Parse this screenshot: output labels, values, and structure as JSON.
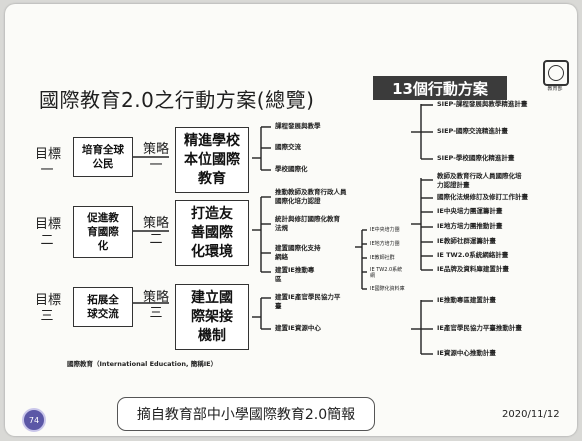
{
  "title": "國際教育2.0之行動方案(總覽)",
  "badge": "13個行動方案",
  "logo_text": "教育部",
  "goals": [
    {
      "label": "目標\n一",
      "box": "培育全球\n公民",
      "strategy": "策略\n一",
      "strategy_box": "精進學校\n本位國際\n教育"
    },
    {
      "label": "目標\n二",
      "box": "促進教\n育國際\n化",
      "strategy": "策略\n二",
      "strategy_box": "打造友\n善國際\n化環境"
    },
    {
      "label": "目標\n三",
      "box": "拓展全\n球交流",
      "strategy": "策略\n三",
      "strategy_box": "建立國\n際架接\n機制"
    }
  ],
  "items1": [
    "課程發展與教學",
    "國際交流",
    "學校國際化"
  ],
  "items2": [
    "推動教師及教育行政人員\n國際化培力認證",
    "統計與修訂國際化教育\n法規",
    "建置國際化支持\n網絡",
    "建置IE推動專\n區"
  ],
  "subs2": [
    "IE中央培力團",
    "IE地方培力團",
    "IE教師社群",
    "IE TW2.0系統\n網",
    "IE國際化資料庫"
  ],
  "items3": [
    "建置IE產官學民協力平\n臺",
    "建置IE資源中心"
  ],
  "plans_top": [
    "SIEP-課程發展與教學精進計畫",
    "SIEP-國際交流精進計畫",
    "SIEP-學校國際化精進計畫"
  ],
  "plans_mid": [
    "教師及教育行政人員國際化培\n力認證計畫",
    "國際化法規修訂及修訂工作計畫",
    "IE中央培力團運籌計畫",
    "IE地方培力團推動計畫",
    "IE教師社群運籌計畫",
    "IE TW2.0系統網絡計畫",
    "IE品牌及資料庫建置計畫"
  ],
  "plans_bottom": [
    "IE推動專區建置計畫",
    "IE產官學民協力平臺推動計畫",
    "IE資源中心推動計畫"
  ],
  "source": "國際教育（International Education, 簡稱IE）",
  "page_number": "74",
  "footer": "摘自教育部中小學國際教育2.0簡報",
  "date": "2020/11/12"
}
